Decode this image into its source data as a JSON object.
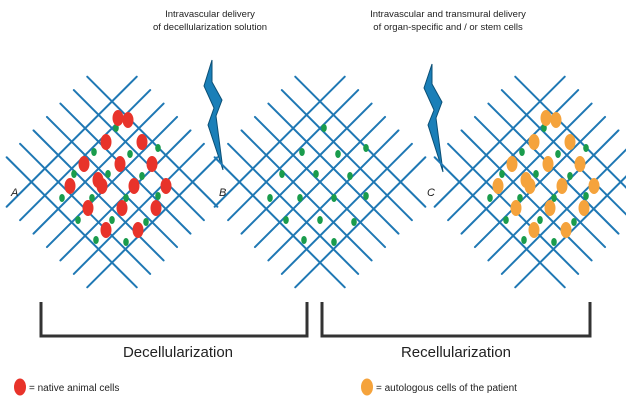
{
  "captions": {
    "decell_line1": "Intravascular delivery",
    "decell_line2": "of decellularization solution",
    "recell_line1": "Intravascular and transmural delivery",
    "recell_line2": "of organ-specific and / or stem cells"
  },
  "panels": {
    "a": "A",
    "b": "B",
    "c": "C"
  },
  "processes": {
    "decellularization": "Decellularization",
    "recellularization": "Recellularization"
  },
  "legend": {
    "native_cells": "= native animal cells",
    "autologous_cells": "= autologous cells of the patient"
  },
  "colors": {
    "scaffold": "#1f78b4",
    "bolt_fill": "#1a7fb8",
    "bolt_stroke": "#0b4f75",
    "native_cell": "#e8332a",
    "autologous_cell": "#f5a33c",
    "small_cell": "#1a9c4c",
    "bracket": "#333333"
  }
}
